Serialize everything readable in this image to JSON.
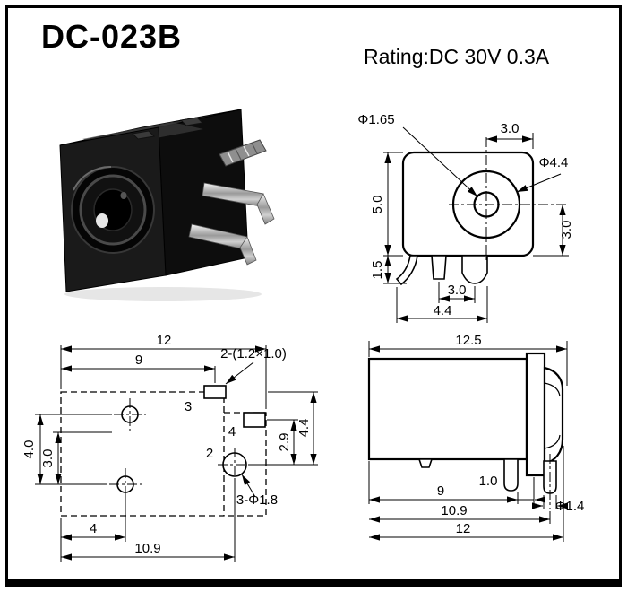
{
  "header": {
    "title": "DC-023B",
    "rating": "Rating:DC 30V 0.3A"
  },
  "front_view": {
    "dims": {
      "pin_dia": "Φ1.65",
      "center_to_edge": "3.0",
      "barrel_dia": "Φ4.4",
      "body_height": "5.0",
      "center_to_bottom": "3.0",
      "leg_length": "1.5",
      "leg_pitch": "3.0",
      "leg_span": "4.4"
    }
  },
  "bottom_view": {
    "dims": {
      "overall_width": "12",
      "pad_offset": "9",
      "slot_note": "2-(1.2×1.0)",
      "pad3_label": "3",
      "pad4_label": "4",
      "pad2_label": "2",
      "hole_span_outer": "4.0",
      "hole_span_inner": "3.0",
      "pad_to_hole": "2.9",
      "edge_to_hole": "4.4",
      "hole_note": "3-Φ1.8",
      "hole_offset": "4",
      "center_offset": "10.9"
    }
  },
  "side_view": {
    "dims": {
      "overall_length": "12.5",
      "body_to_pin": "9",
      "pin_gap": "1.0",
      "pin_offset": "10.9",
      "body_length": "12",
      "pin_dia": "Φ1.4"
    }
  }
}
